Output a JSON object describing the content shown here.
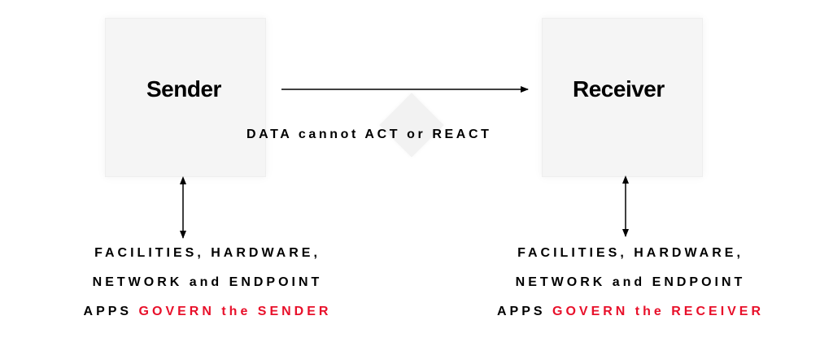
{
  "sender": {
    "label": "Sender",
    "footer": {
      "line1": "FACILITIES, HARDWARE,",
      "line2": "NETWORK and ENDPOINT",
      "line3_prefix": "APPS",
      "line3_highlight": "GOVERN the SENDER"
    }
  },
  "receiver": {
    "label": "Receiver",
    "footer": {
      "line1": "FACILITIES, HARDWARE,",
      "line2": "NETWORK and ENDPOINT",
      "line3_prefix": "APPS",
      "line3_highlight": "GOVERN the RECEIVER"
    }
  },
  "caption": "DATA cannot ACT or REACT",
  "colors": {
    "highlight": "#e8102a",
    "box": "#f5f5f5",
    "text": "#000000"
  }
}
